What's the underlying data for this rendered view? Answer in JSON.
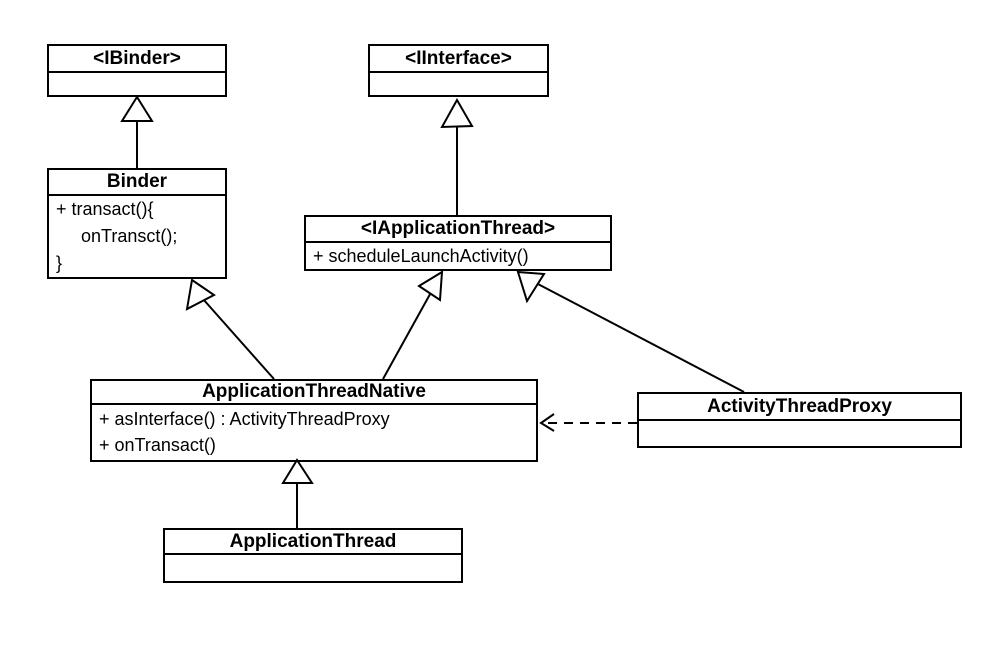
{
  "diagram": {
    "type": "uml-class-diagram",
    "background_color": "#ffffff",
    "stroke_color": "#000000",
    "classes": {
      "ibinder": {
        "title": "<IBinder>",
        "members": []
      },
      "iinterface": {
        "title": "<IInterface>",
        "members": []
      },
      "binder": {
        "title": "Binder",
        "members": [
          "+ transact(){",
          "     onTransct();",
          "}"
        ]
      },
      "iapplication_thread": {
        "title": "<IApplicationThread>",
        "members": [
          "+ scheduleLaunchActivity()"
        ]
      },
      "application_thread_native": {
        "title": "ApplicationThreadNative",
        "members": [
          "+ asInterface() : ActivityThreadProxy",
          "+ onTransact()"
        ]
      },
      "activity_thread_proxy": {
        "title": "ActivityThreadProxy",
        "members": []
      },
      "application_thread": {
        "title": "ApplicationThread",
        "members": []
      }
    },
    "relationships": [
      {
        "from": "Binder",
        "to": "<IBinder>",
        "type": "generalization"
      },
      {
        "from": "<IApplicationThread>",
        "to": "<IInterface>",
        "type": "generalization"
      },
      {
        "from": "ApplicationThreadNative",
        "to": "Binder",
        "type": "generalization"
      },
      {
        "from": "ApplicationThreadNative",
        "to": "<IApplicationThread>",
        "type": "generalization"
      },
      {
        "from": "ActivityThreadProxy",
        "to": "<IApplicationThread>",
        "type": "generalization"
      },
      {
        "from": "ApplicationThread",
        "to": "ApplicationThreadNative",
        "type": "generalization"
      },
      {
        "from": "ActivityThreadProxy",
        "to": "ApplicationThreadNative",
        "type": "dependency"
      }
    ]
  }
}
